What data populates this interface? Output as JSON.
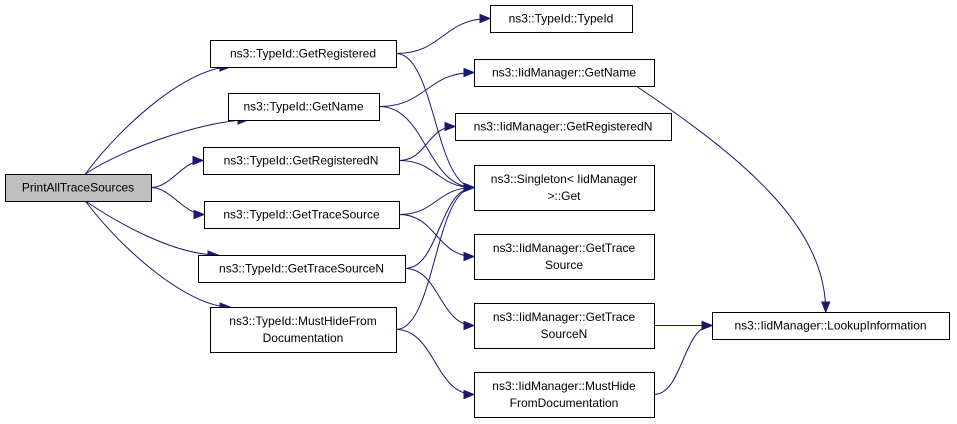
{
  "graph": {
    "title": "",
    "edge_color": "#191970",
    "root_fill": "#bfbfbf",
    "nodes": {
      "root": [
        "PrintAllTraceSources"
      ],
      "getregistered": [
        "ns3::TypeId::GetRegistered"
      ],
      "typeid_ctor": [
        "ns3::TypeId::TypeId"
      ],
      "getname": [
        "ns3::TypeId::GetName"
      ],
      "iid_getname": [
        "ns3::IidManager::GetName"
      ],
      "getregisteredn": [
        "ns3::TypeId::GetRegisteredN"
      ],
      "iid_getregisteredn": [
        "ns3::IidManager::GetRegisteredN"
      ],
      "singleton_get": [
        "ns3::Singleton< IidManager",
        ">::Get"
      ],
      "gettracesource": [
        "ns3::TypeId::GetTraceSource"
      ],
      "iid_gettracesource": [
        "ns3::IidManager::GetTrace",
        "Source"
      ],
      "gettracesourcen": [
        "ns3::TypeId::GetTraceSourceN"
      ],
      "iid_gettracesourcen": [
        "ns3::IidManager::GetTrace",
        "SourceN"
      ],
      "musthide": [
        "ns3::TypeId::MustHideFrom",
        "Documentation"
      ],
      "iid_musthide": [
        "ns3::IidManager::MustHide",
        "FromDocumentation"
      ],
      "lookup": [
        "ns3::IidManager::LookupInformation"
      ]
    },
    "edges": [
      [
        "root",
        "getregistered"
      ],
      [
        "root",
        "getname"
      ],
      [
        "root",
        "getregisteredn"
      ],
      [
        "root",
        "gettracesource"
      ],
      [
        "root",
        "gettracesourcen"
      ],
      [
        "root",
        "musthide"
      ],
      [
        "getregistered",
        "typeid_ctor"
      ],
      [
        "getregistered",
        "singleton_get"
      ],
      [
        "getname",
        "iid_getname"
      ],
      [
        "getname",
        "singleton_get"
      ],
      [
        "getregisteredn",
        "iid_getregisteredn"
      ],
      [
        "getregisteredn",
        "singleton_get"
      ],
      [
        "gettracesource",
        "singleton_get"
      ],
      [
        "gettracesource",
        "iid_gettracesource"
      ],
      [
        "gettracesourcen",
        "singleton_get"
      ],
      [
        "gettracesourcen",
        "iid_gettracesourcen"
      ],
      [
        "musthide",
        "singleton_get"
      ],
      [
        "musthide",
        "iid_musthide"
      ],
      [
        "iid_getname",
        "lookup"
      ],
      [
        "iid_gettracesourcen",
        "lookup"
      ],
      [
        "iid_musthide",
        "lookup"
      ]
    ]
  }
}
